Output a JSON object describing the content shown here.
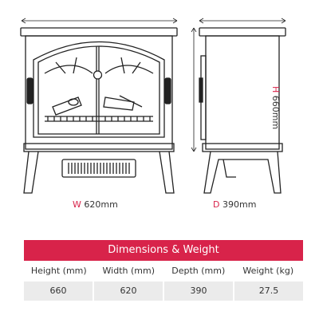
{
  "dimension_labels": {
    "width": {
      "letter": "W",
      "value": "620mm"
    },
    "depth": {
      "letter": "D",
      "value": "390mm"
    },
    "height": {
      "letter": "H",
      "value": "660mm"
    }
  },
  "spec_table": {
    "title": "Dimensions & Weight",
    "headers": [
      "Height (mm)",
      "Width (mm)",
      "Depth (mm)",
      "Weight (kg)"
    ],
    "values": [
      "660",
      "620",
      "390",
      "27.5"
    ]
  },
  "colors": {
    "accent": "#d8234a",
    "line": "#222222",
    "value_cell_bg": "#ebebeb"
  }
}
